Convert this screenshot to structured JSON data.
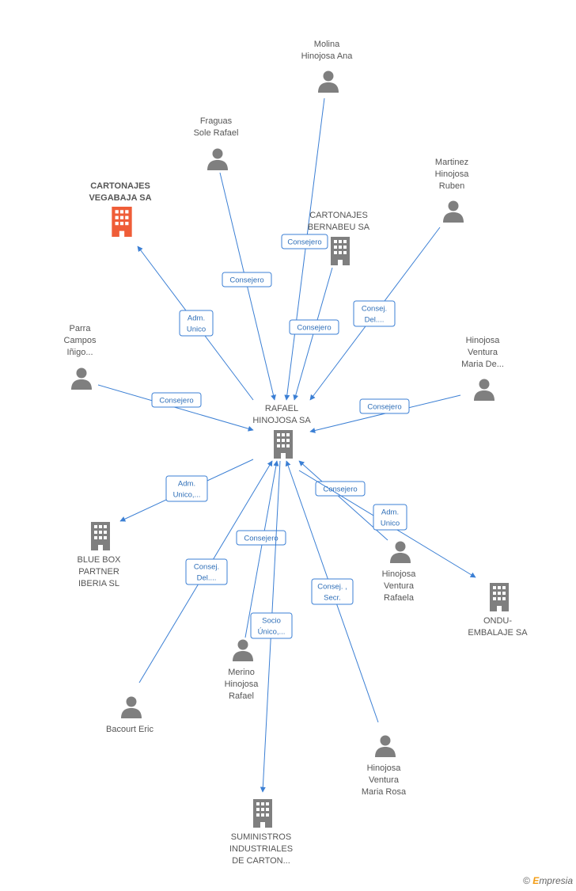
{
  "colors": {
    "edge": "#3b7fd4",
    "node": "#7f7f7f",
    "highlight": "#ef5d38",
    "label": "#555555"
  },
  "nodes": [
    {
      "id": "rafael",
      "kind": "company",
      "lines": [
        "RAFAEL",
        "HINOJOSA SA"
      ]
    },
    {
      "id": "molina",
      "kind": "person",
      "lines": [
        "Molina",
        "Hinojosa Ana"
      ]
    },
    {
      "id": "fraguas",
      "kind": "person",
      "lines": [
        "Fraguas",
        "Sole Rafael"
      ]
    },
    {
      "id": "cartvega",
      "kind": "company",
      "highlight": true,
      "lines": [
        "CARTONAJES",
        "VEGABAJA SA"
      ]
    },
    {
      "id": "cartbern",
      "kind": "company",
      "lines": [
        "CARTONAJES",
        "BERNABEU SA"
      ]
    },
    {
      "id": "martinez",
      "kind": "person",
      "lines": [
        "Martinez",
        "Hinojosa",
        "Ruben"
      ]
    },
    {
      "id": "parra",
      "kind": "person",
      "lines": [
        "Parra",
        "Campos",
        "Iñigo..."
      ]
    },
    {
      "id": "hvmd",
      "kind": "person",
      "lines": [
        "Hinojosa",
        "Ventura",
        "Maria De..."
      ]
    },
    {
      "id": "bluebox",
      "kind": "company",
      "lines": [
        "BLUE BOX",
        "PARTNER",
        "IBERIA  SL"
      ]
    },
    {
      "id": "hvr",
      "kind": "person",
      "lines": [
        "Hinojosa",
        "Ventura",
        "Rafaela"
      ]
    },
    {
      "id": "ondu",
      "kind": "company",
      "lines": [
        "ONDU-",
        "EMBALAJE SA"
      ]
    },
    {
      "id": "merino",
      "kind": "person",
      "lines": [
        "Merino",
        "Hinojosa",
        "Rafael"
      ]
    },
    {
      "id": "bacourt",
      "kind": "person",
      "lines": [
        "Bacourt Eric"
      ]
    },
    {
      "id": "hvmr",
      "kind": "person",
      "lines": [
        "Hinojosa",
        "Ventura",
        "Maria Rosa"
      ]
    },
    {
      "id": "suministros",
      "kind": "company",
      "lines": [
        "SUMINISTROS",
        "INDUSTRIALES",
        "DE CARTON..."
      ]
    }
  ],
  "edges": [
    {
      "from": "molina",
      "to": "rafael",
      "label": [
        "Consejero"
      ]
    },
    {
      "from": "fraguas",
      "to": "rafael",
      "label": [
        "Consejero"
      ]
    },
    {
      "from": "rafael",
      "to": "cartvega",
      "label": [
        "Adm.",
        "Unico"
      ]
    },
    {
      "from": "cartbern",
      "to": "rafael",
      "label": [
        "Consejero"
      ]
    },
    {
      "from": "martinez",
      "to": "rafael",
      "label": [
        "Consej.",
        "Del...."
      ]
    },
    {
      "from": "parra",
      "to": "rafael",
      "label": [
        "Consejero"
      ]
    },
    {
      "from": "hvmd",
      "to": "rafael",
      "label": [
        "Consejero"
      ]
    },
    {
      "from": "rafael",
      "to": "bluebox",
      "label": [
        "Adm.",
        "Unico,..."
      ]
    },
    {
      "from": "hvr",
      "to": "rafael",
      "label": [
        "Consejero"
      ]
    },
    {
      "from": "rafael",
      "to": "ondu",
      "label": [
        "Adm.",
        "Unico"
      ]
    },
    {
      "from": "bacourt",
      "to": "rafael",
      "label": [
        "Consej.",
        "Del...."
      ]
    },
    {
      "from": "merino",
      "to": "rafael",
      "label": [
        "Consejero"
      ]
    },
    {
      "from": "rafael",
      "to": "suministros",
      "label": [
        "Socio",
        "Único,..."
      ]
    },
    {
      "from": "hvmr",
      "to": "rafael",
      "label": [
        "Consej. ,",
        "Secr."
      ]
    }
  ],
  "footer": {
    "copyright": "©",
    "brand_initial": "E",
    "brand_rest": "mpresia"
  }
}
